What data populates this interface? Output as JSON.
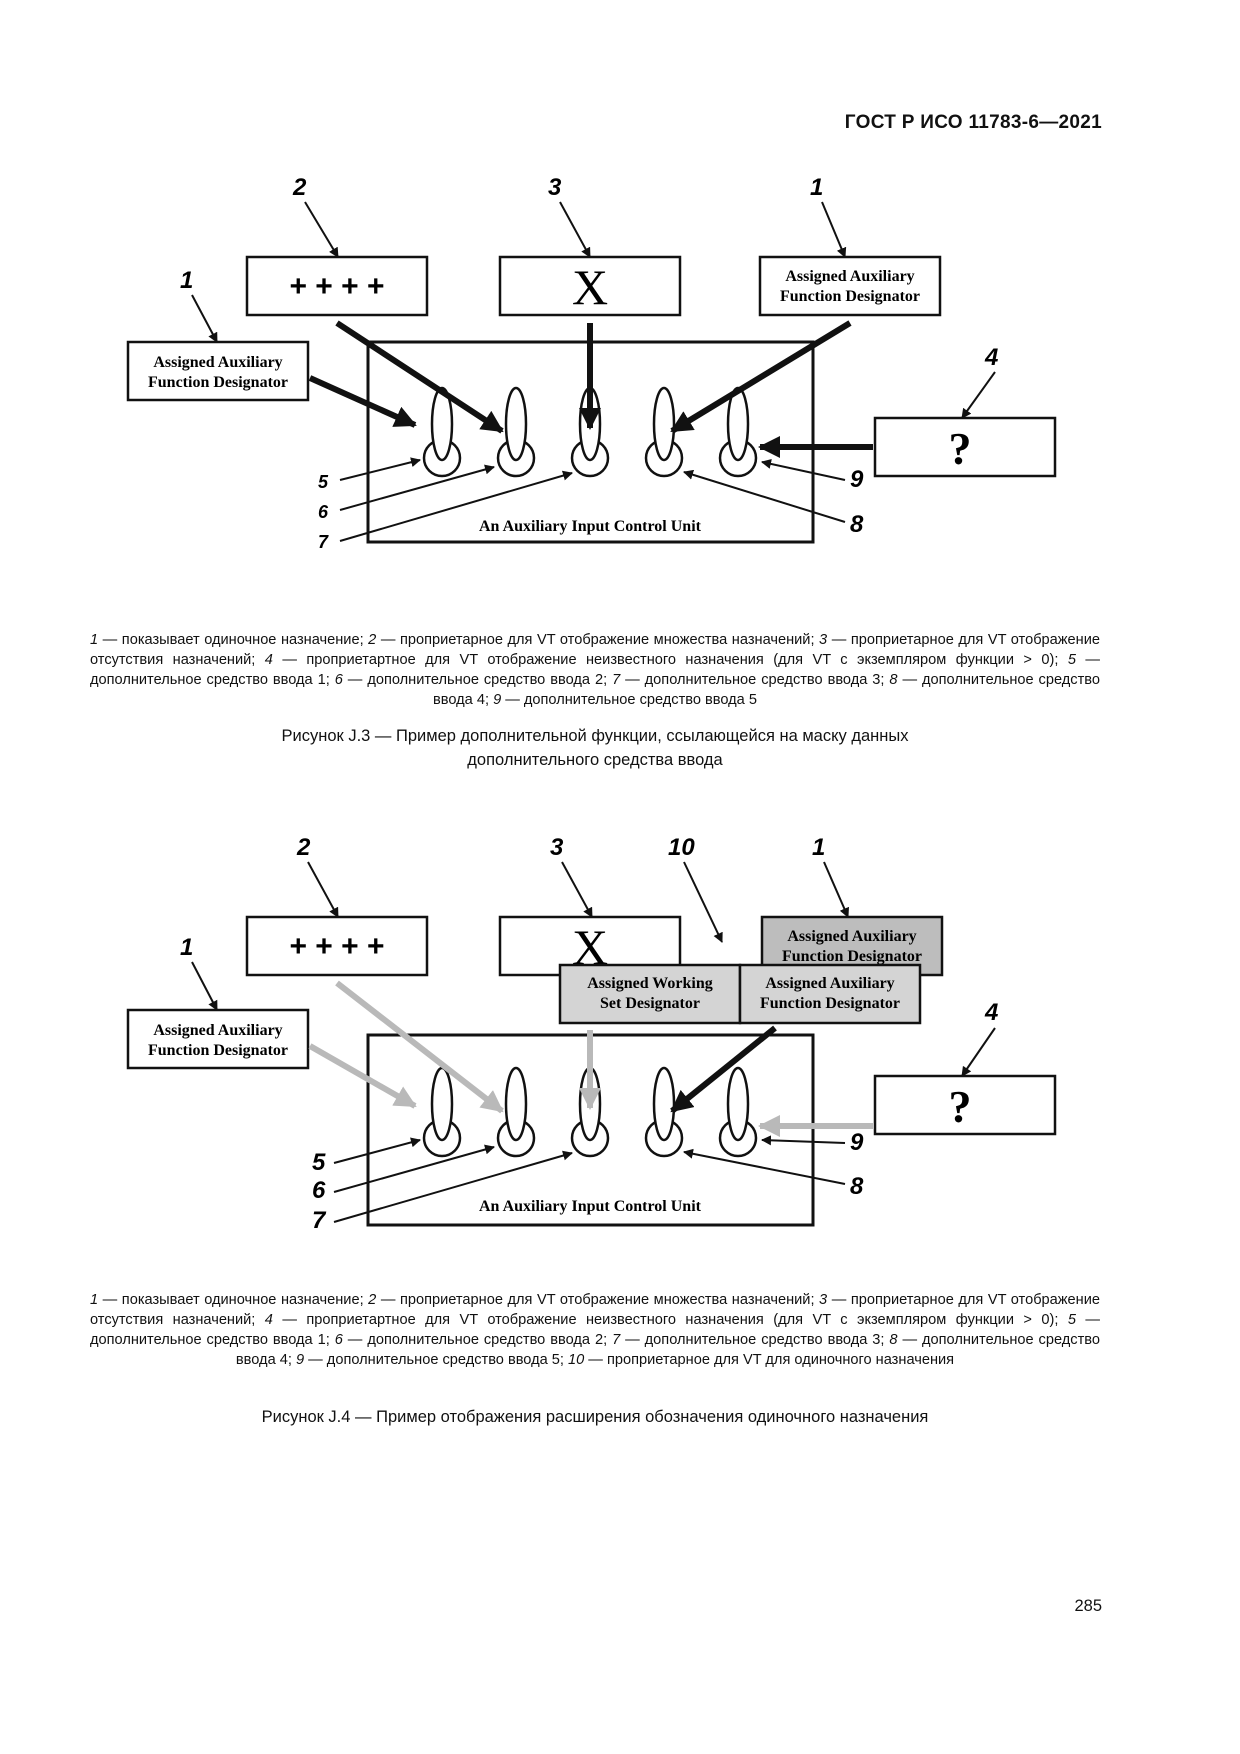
{
  "header": {
    "doc_id": "ГОСТ Р ИСО 11783-6—2021"
  },
  "figure1": {
    "labels": {
      "n1": "1",
      "n2": "2",
      "n3": "3",
      "n4": "4",
      "n5": "5",
      "n6": "6",
      "n7": "7",
      "n8": "8",
      "n9": "9"
    },
    "box_plus": "+ + + +",
    "box_x": "X",
    "box_q": "?",
    "designator_line1": "Assigned Auxiliary",
    "designator_line2": "Function Designator",
    "unit_label": "An Auxiliary Input Control Unit",
    "legend": [
      {
        "n": "1",
        "t": " — показывает одиночное назначение; "
      },
      {
        "n": "2",
        "t": " — проприетарное для VT отображение множества назначений; "
      },
      {
        "n": "3",
        "t": " — проприетарное для VT отображение отсутствия назначений; "
      },
      {
        "n": "4",
        "t": " — проприетартное для VT отображение неизвестного назначения (для VT с экземпляром функции > 0); "
      },
      {
        "n": "5",
        "t": " — дополнительное средство ввода 1; "
      },
      {
        "n": "6",
        "t": " — дополнительное средство ввода 2; "
      },
      {
        "n": "7",
        "t": " — дополнительное средство ввода 3; "
      },
      {
        "n": "8",
        "t": " — дополнительное средство ввода 4; "
      },
      {
        "n": "9",
        "t": " — дополнительное средство ввода 5"
      }
    ],
    "caption_line1": "Рисунок J.3 — Пример дополнительной функции, ссылающейся на маску данных",
    "caption_line2": "дополнительного средства ввода"
  },
  "figure2": {
    "labels": {
      "n1": "1",
      "n2": "2",
      "n3": "3",
      "n4": "4",
      "n5": "5",
      "n6": "6",
      "n7": "7",
      "n8": "8",
      "n9": "9",
      "n10": "10"
    },
    "box_plus": "+ + + +",
    "box_x": "X",
    "box_q": "?",
    "designator_line1": "Assigned Auxiliary",
    "designator_line2": "Function Designator",
    "working_line1": "Assigned Working",
    "working_line2": "Set Designator",
    "unit_label": "An Auxiliary Input Control Unit",
    "legend": [
      {
        "n": "1",
        "t": " — показывает одиночное назначение; "
      },
      {
        "n": "2",
        "t": " — проприетарное для VT отображение множества назначений; "
      },
      {
        "n": "3",
        "t": " — проприетарное для VT отображение отсутствия назначений; "
      },
      {
        "n": "4",
        "t": " — проприетартное для VT отображение неизвестного назначения (для VT с экземпляром функции > 0); "
      },
      {
        "n": "5",
        "t": " — дополнительное средство ввода 1; "
      },
      {
        "n": "6",
        "t": " — дополнительное средство ввода 2; "
      },
      {
        "n": "7",
        "t": " — дополнительное средство ввода 3; "
      },
      {
        "n": "8",
        "t": " — дополнительное средство ввода 4; "
      },
      {
        "n": "9",
        "t": " — дополнительное средство ввода 5; "
      },
      {
        "n": "10",
        "t": " — проприетарное для VT для одиночного назначения"
      }
    ],
    "caption_line1": "Рисунок J.4 — Пример отображения расширения обозначения одиночного назначения"
  },
  "footer": {
    "page_number": "285"
  },
  "colors": {
    "black": "#111111",
    "gray_arrow": "#b9b9b9",
    "gray_fill": "#d4d4d4",
    "dark_fill": "#bdbdbd"
  }
}
